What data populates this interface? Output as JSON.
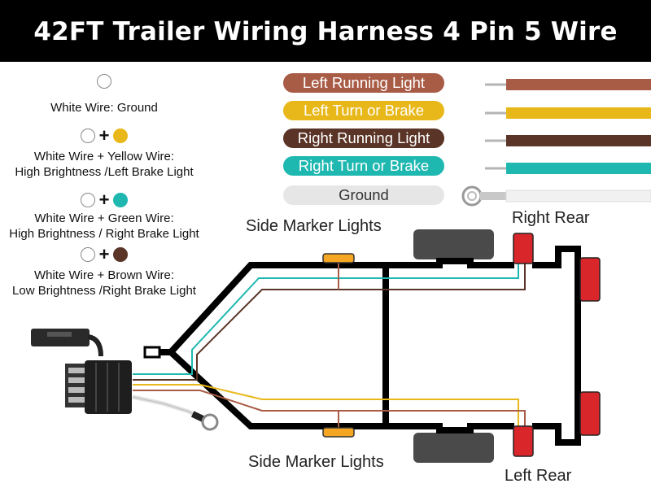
{
  "title": "42FT Trailer Wiring Harness 4 Pin 5 Wire",
  "colors": {
    "white": "#ffffff",
    "yellow": "#e8b81a",
    "green": "#1fb8b0",
    "brown": "#5a3426",
    "light_brown": "#a85c46",
    "ground_gray": "#e6e6e6"
  },
  "legend": [
    {
      "line1": "White Wire: Ground",
      "line2": ""
    },
    {
      "line1": "White Wire + Yellow Wire:",
      "line2": "High Brightness /Left Brake Light"
    },
    {
      "line1": "White Wire + Green Wire:",
      "line2": "High Brightness / Right Brake Light"
    },
    {
      "line1": "White Wire + Brown Wire:",
      "line2": "Low Brightness /Right Brake Light"
    }
  ],
  "wire_labels": [
    {
      "label": "Left Running Light",
      "color": "#a85c46"
    },
    {
      "label": "Left Turn or Brake",
      "color": "#e8b81a"
    },
    {
      "label": "Right Running Light",
      "color": "#5a3426"
    },
    {
      "label": "Right Turn or Brake",
      "color": "#1fb8b0"
    },
    {
      "label": "Ground",
      "color": "#e6e6e6"
    }
  ],
  "diagram_labels": {
    "side_marker_top": "Side Marker Lights",
    "side_marker_bottom": "Side Marker Lights",
    "right_rear": "Right Rear",
    "left_rear": "Left Rear"
  }
}
